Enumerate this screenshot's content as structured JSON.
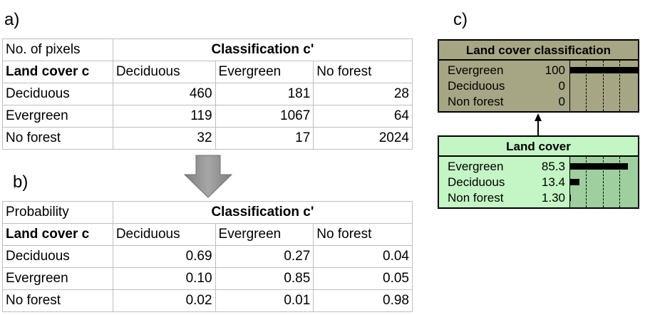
{
  "labels": {
    "a": "a)",
    "b": "b)",
    "c": "c)"
  },
  "table_a": {
    "corner": "No. of pixels",
    "header": "Classification c'",
    "row_header": "Land cover c",
    "columns": [
      "Deciduous",
      "Evergreen",
      "No forest"
    ],
    "rows": [
      {
        "label": "Deciduous",
        "values": [
          "460",
          "181",
          "28"
        ]
      },
      {
        "label": "Evergreen",
        "values": [
          "119",
          "1067",
          "64"
        ]
      },
      {
        "label": "No forest",
        "values": [
          "32",
          "17",
          "2024"
        ]
      }
    ]
  },
  "table_b": {
    "corner": "Probability",
    "header": "Classification c'",
    "row_header": "Land cover c",
    "columns": [
      "Deciduous",
      "Evergreen",
      "No forest"
    ],
    "rows": [
      {
        "label": "Deciduous",
        "values": [
          "0.69",
          "0.27",
          "0.04"
        ]
      },
      {
        "label": "Evergreen",
        "values": [
          "0.10",
          "0.85",
          "0.05"
        ]
      },
      {
        "label": "No forest",
        "values": [
          "0.02",
          "0.01",
          "0.98"
        ]
      }
    ]
  },
  "node_classification": {
    "title": "Land cover classification",
    "color": "#a6a685",
    "states": [
      {
        "name": "Evergreen",
        "value": "100",
        "level": 100
      },
      {
        "name": "Deciduous",
        "value": "0",
        "level": 0
      },
      {
        "name": "Non forest",
        "value": "0",
        "level": 0
      }
    ]
  },
  "node_landcover": {
    "title": "Land cover",
    "color": "#c4f5c4",
    "states": [
      {
        "name": "Evergreen",
        "value": "85.3",
        "level": 85.3
      },
      {
        "name": "Deciduous",
        "value": "13.4",
        "level": 13.4
      },
      {
        "name": "Non forest",
        "value": "1.30",
        "level": 1.3
      }
    ]
  }
}
